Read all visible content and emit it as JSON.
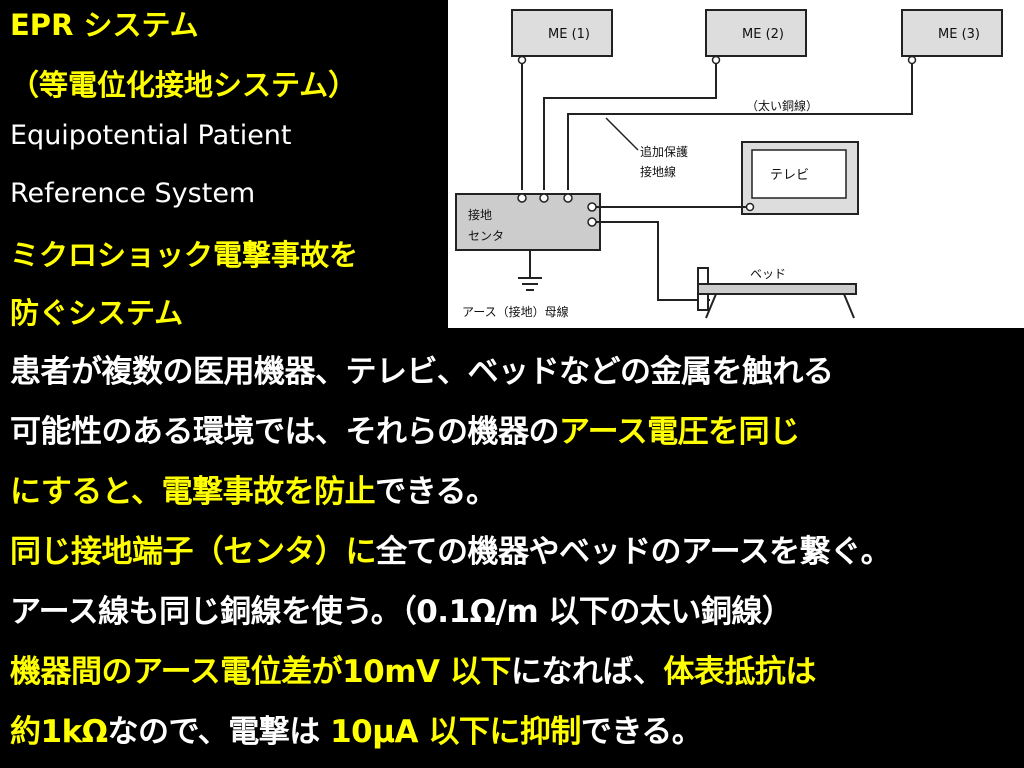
{
  "heading": {
    "line1": "EPR システム",
    "line2": "（等電位化接地システム）",
    "line3": "Equipotential Patient",
    "line4": "Reference System",
    "line5": "ミクロショック電撃事故を",
    "line6": "防ぐシステム"
  },
  "diagram": {
    "me1": "ME (1)",
    "me2": "ME (2)",
    "me3": "ME (3)",
    "thick_wire": "（太い銅線）",
    "extra_ground_1": "追加保護",
    "extra_ground_2": "接地線",
    "tv": "テレビ",
    "center_1": "接地",
    "center_2": "センタ",
    "bed": "ベッド",
    "bus": "アース（接地）母線"
  },
  "body": {
    "l1a": "患者が複数の医用機器、テレビ、ベッドなどの金属を触れる",
    "l2a": "可能性のある環境では、それらの機器の",
    "l2b": "アース電圧を同じ",
    "l3a": "にすると、",
    "l3b": "電撃事故を防止",
    "l3c": "できる。",
    "l4a": "同じ接地端子（センタ）に",
    "l4b": "全ての機器やベッドのアースを繋ぐ。",
    "l5a": "アース線も同じ銅線を使う。（0.1Ω/m 以下の太い銅線）",
    "l6a": "機器間のアース電位差が10mV 以下",
    "l6b": "になれば、",
    "l6c": "体表抵抗は",
    "l7a": "約1kΩ",
    "l7b": "なので、電撃は ",
    "l7c": "10μA 以下に抑制",
    "l7d": "できる。"
  },
  "colors": {
    "background": "#000000",
    "highlight": "#ffff00",
    "text": "#ffffff"
  }
}
